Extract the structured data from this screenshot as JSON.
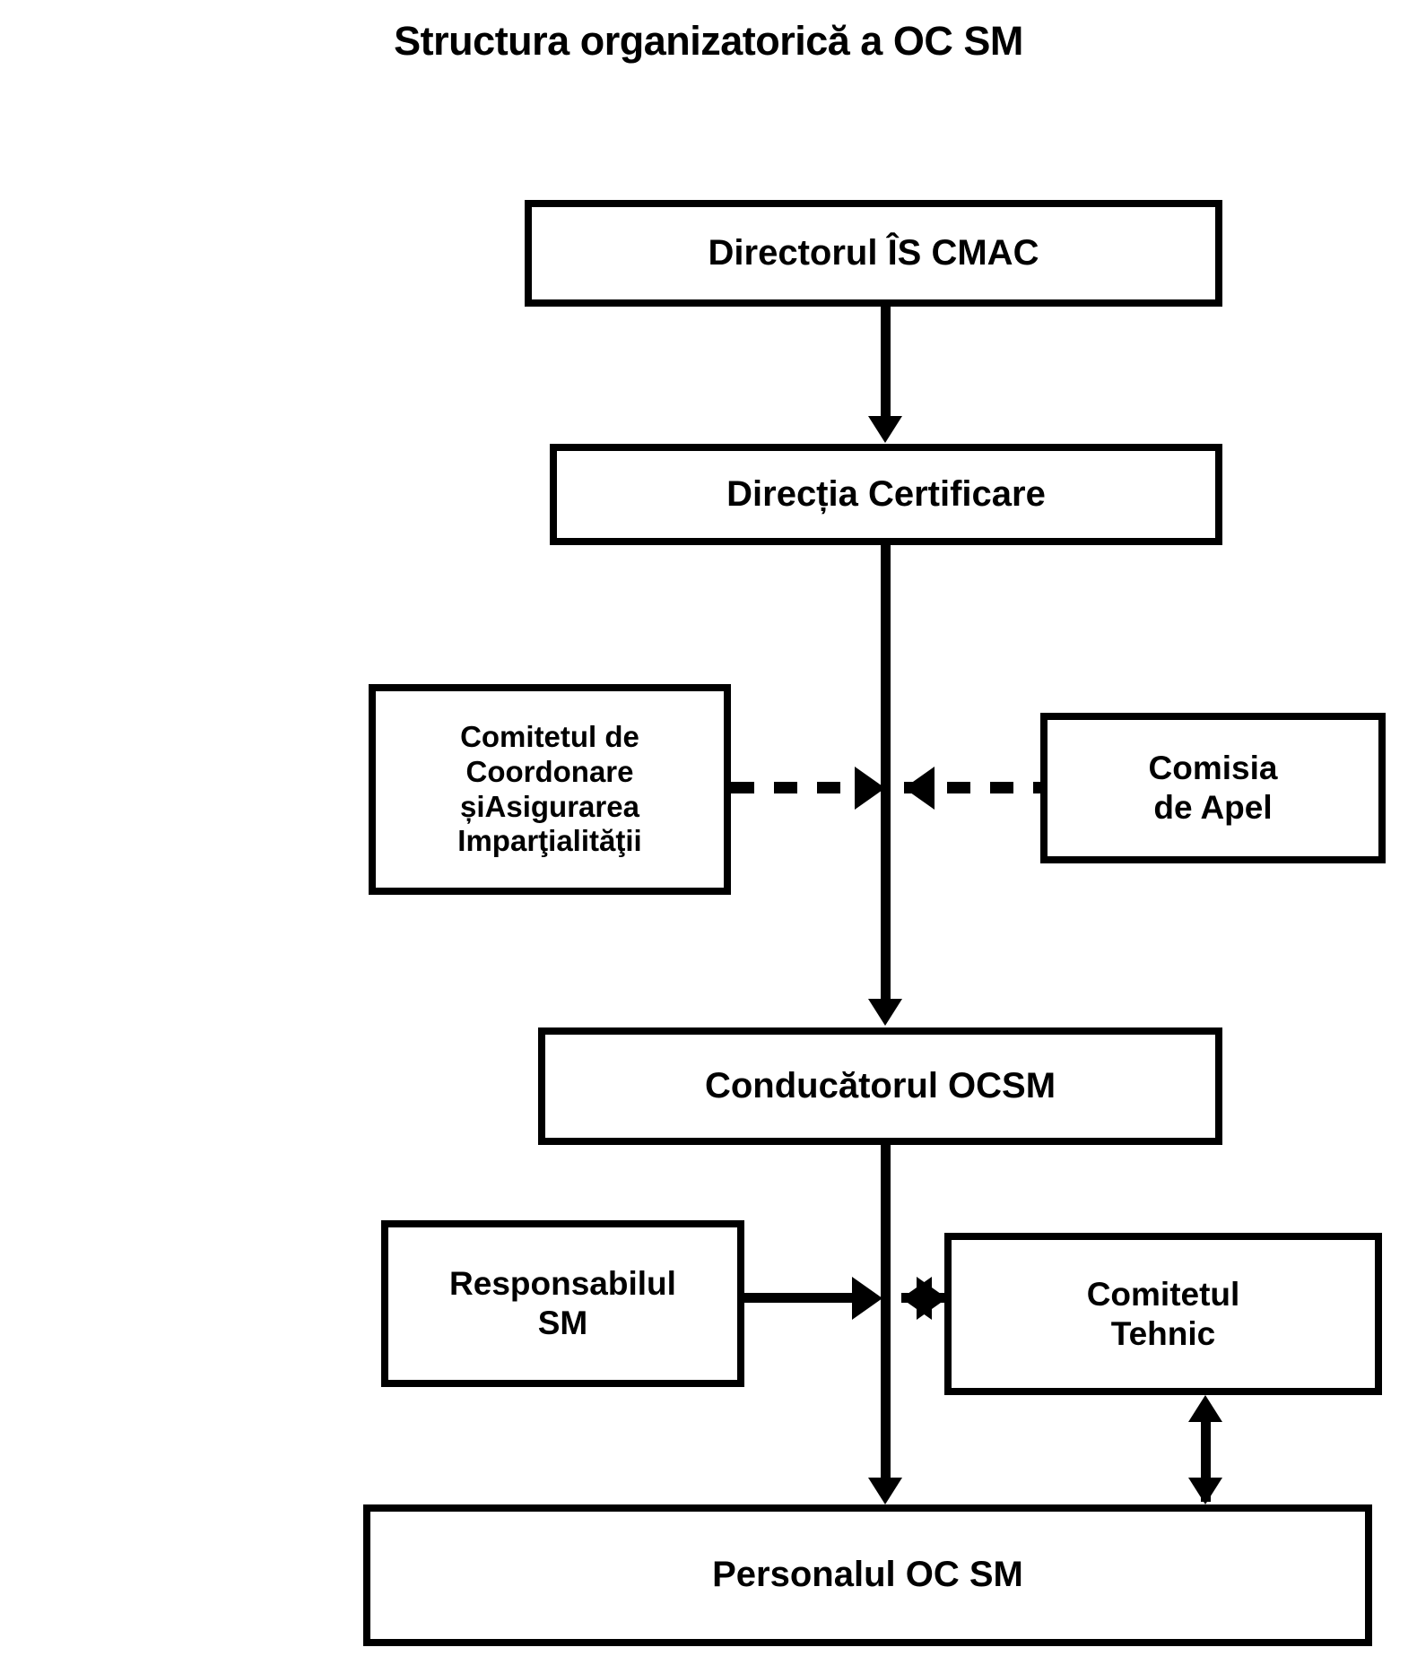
{
  "title": "Structura organizatorică a OC SM",
  "diagram": {
    "type": "org-chart",
    "nodes": [
      {
        "id": "director",
        "label": "Directorul ÎS CMAC",
        "level": 1
      },
      {
        "id": "directia",
        "label": "Direcția Certificare",
        "level": 2
      },
      {
        "id": "comitet_coord",
        "label": "Comitetul de\nCoordonare\nșiAsigurarea\nImparţialităţii",
        "level": 3
      },
      {
        "id": "comisia_apel",
        "label": "Comisia\nde Apel",
        "level": 3
      },
      {
        "id": "conducator",
        "label": "Conducătorul OCSM",
        "level": 4
      },
      {
        "id": "responsabil",
        "label": "Responsabilul\nSM",
        "level": 5
      },
      {
        "id": "comitet_tehnic",
        "label": "Comitetul\nTehnic",
        "level": 5
      },
      {
        "id": "personal",
        "label": "Personalul OC SM",
        "level": 6
      }
    ],
    "edges": [
      {
        "from": "director",
        "to": "directia",
        "style": "solid",
        "arrow": "single-down"
      },
      {
        "from": "directia",
        "to": "conducator",
        "style": "solid",
        "arrow": "single-down"
      },
      {
        "from": "comitet_coord",
        "to": "trunk",
        "style": "dotted",
        "arrow": "single-right"
      },
      {
        "from": "comisia_apel",
        "to": "trunk",
        "style": "dotted",
        "arrow": "single-left"
      },
      {
        "from": "responsabil",
        "to": "trunk",
        "style": "solid",
        "arrow": "single-right"
      },
      {
        "from": "trunk",
        "to": "comitet_tehnic",
        "style": "solid",
        "arrow": "double-horizontal"
      },
      {
        "from": "conducator",
        "to": "personal",
        "style": "solid",
        "arrow": "single-down"
      },
      {
        "from": "comitet_tehnic",
        "to": "personal",
        "style": "solid",
        "arrow": "double-vertical"
      }
    ],
    "colors": {
      "line": "#000000",
      "box_fill": "#ffffff",
      "box_border": "#000000",
      "text": "#000000",
      "background": "#ffffff"
    }
  }
}
